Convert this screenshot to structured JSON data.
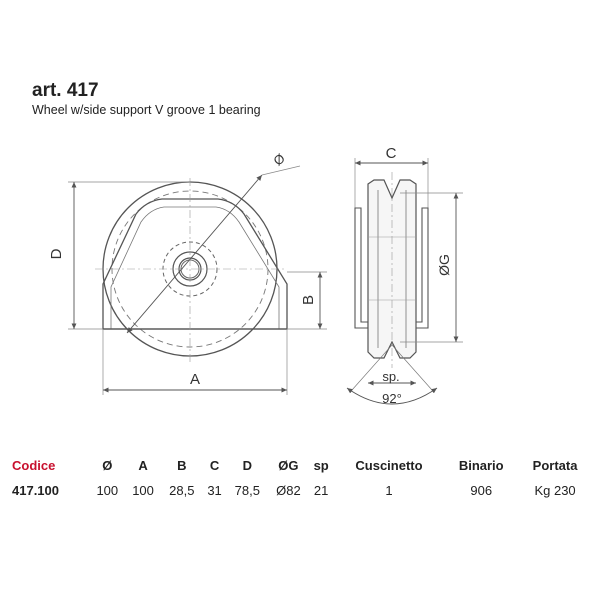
{
  "header": {
    "title": "art. 417",
    "subtitle": "Wheel w/side support V groove 1 bearing"
  },
  "drawing": {
    "front_labels": {
      "diameter": "Ø",
      "height": "D",
      "bracket": "B",
      "width": "A"
    },
    "side_labels": {
      "width": "C",
      "groove_diameter": "ØG",
      "thickness": "sp.",
      "angle": "92°"
    }
  },
  "table": {
    "headers": [
      "Codice",
      "Ø",
      "A",
      "B",
      "C",
      "D",
      "ØG",
      "sp",
      "Cuscinetto",
      "Binario",
      "Portata"
    ],
    "rows": [
      [
        "417.100",
        "100",
        "100",
        "28,5",
        "31",
        "78,5",
        "Ø82",
        "21",
        "1",
        "906",
        "Kg 230"
      ]
    ]
  }
}
